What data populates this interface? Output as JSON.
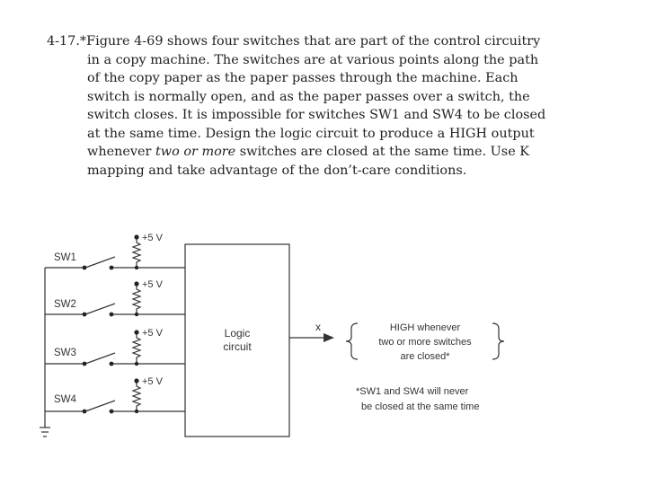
{
  "problem": {
    "number": "4-17.*",
    "lines": [
      "Figure 4-69 shows four switches that are part of the control circuitry",
      "in a copy machine. The switches are at various points along the path",
      "of the copy paper as the paper passes through the machine. Each",
      "switch is normally open, and as the paper passes over a switch, the",
      "switch closes. It is impossible for switches SW1 and SW4 to be closed",
      "at the same time. Design the logic circuit to produce a HIGH output"
    ],
    "line7_pre": "whenever ",
    "line7_em": "two or more",
    "line7_post": " switches are closed at the same time. Use K",
    "line8": "mapping and take advantage of the don’t-care conditions."
  },
  "figure": {
    "switches": [
      "SW1",
      "SW2",
      "SW3",
      "SW4"
    ],
    "supply": "+5 V",
    "box_line1": "Logic",
    "box_line2": "circuit",
    "output": "x",
    "desc_line1": "HIGH whenever",
    "desc_line2": "two or more switches",
    "desc_line3": "are closed*",
    "note_line1": "*SW1 and SW4 will never",
    "note_line2": "be closed at the same time"
  }
}
